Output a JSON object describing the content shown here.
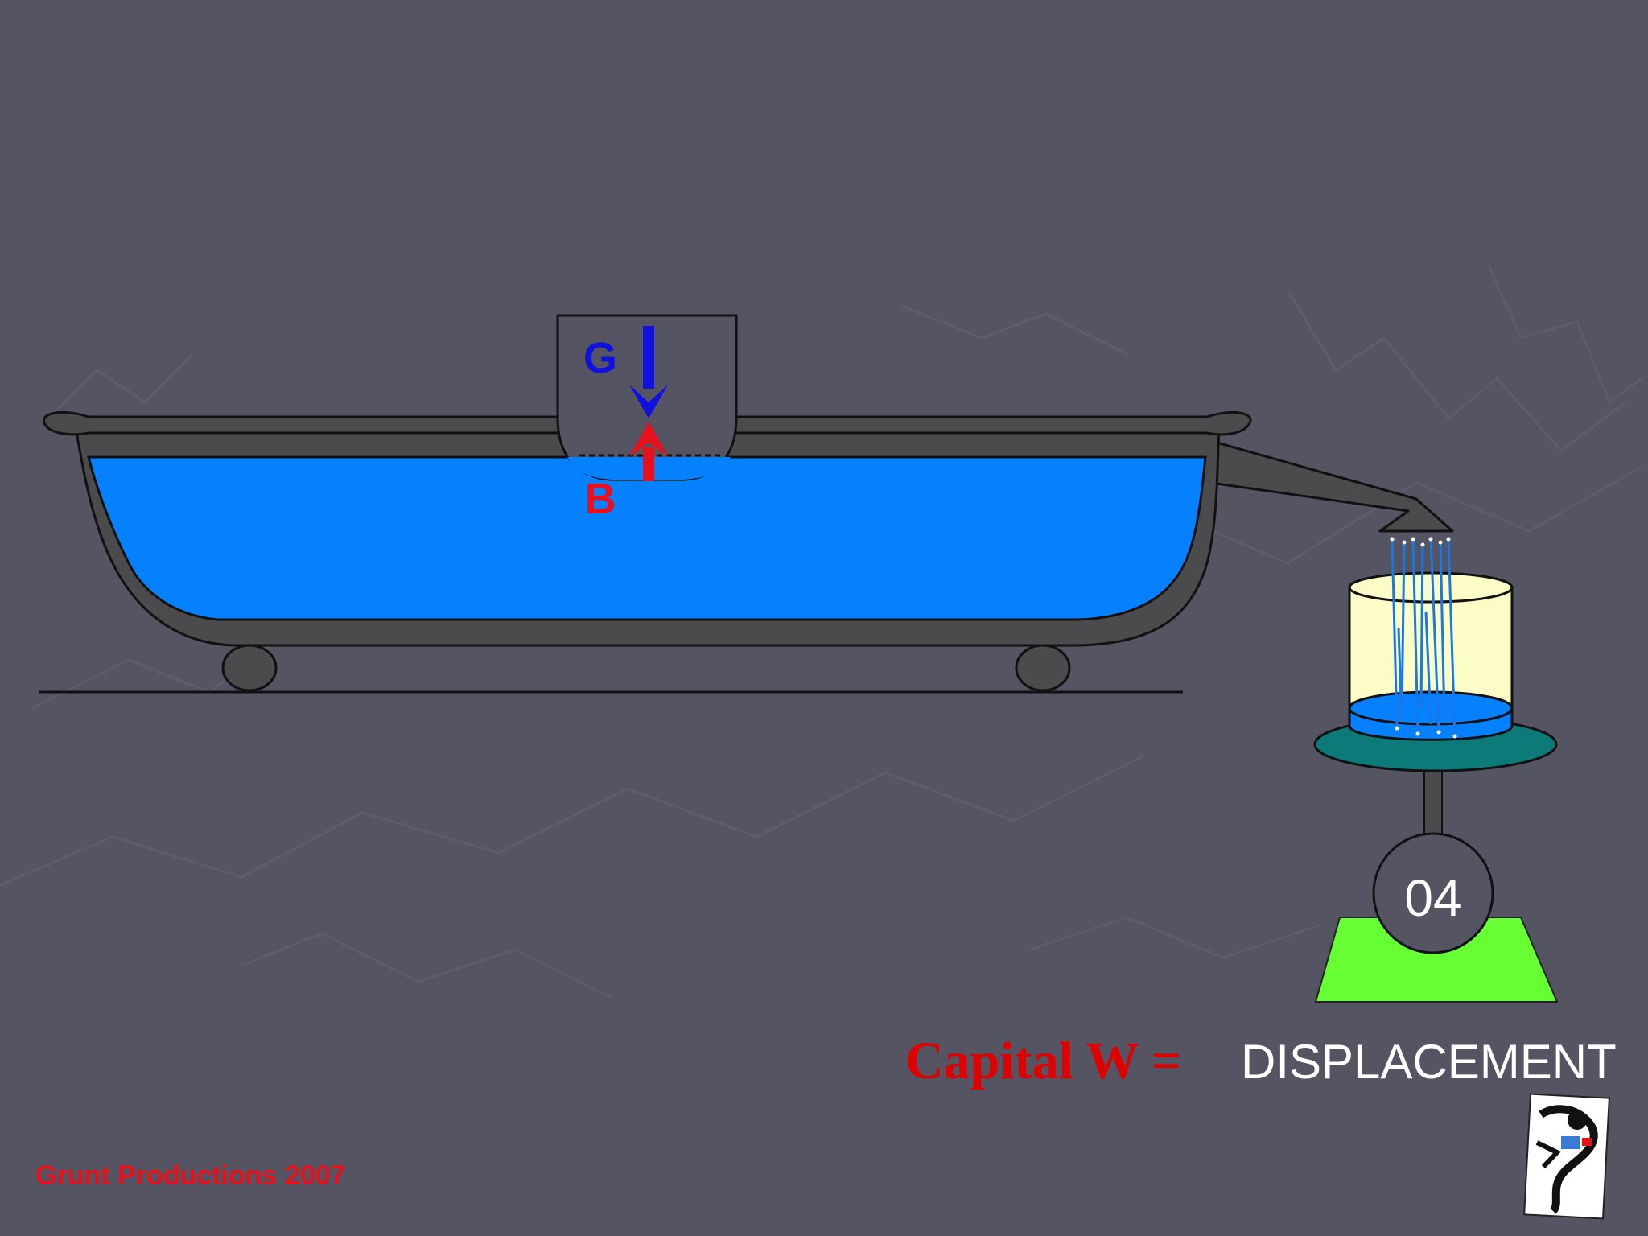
{
  "diagram": {
    "gravity_label": "G",
    "buoyancy_label": "B",
    "scale_reading": "04",
    "formula_prefix": "Capital W =",
    "formula_result": "DISPLACEMENT",
    "credit": "Grunt Productions 2007"
  },
  "colors": {
    "background": "#545462",
    "water": "#0580FF",
    "gravity": "#1010E0",
    "buoyancy": "#E8101A",
    "tub": "#4B4B4E",
    "beaker_fill": "#FCFCC6",
    "scale_plate": "#0B7A78",
    "scale_base": "#66FF33",
    "formula_prefix": "#E00000",
    "formula_result": "#FFFFFF",
    "credit": "#E8101A"
  },
  "icons": {
    "logo": "grunt-productions-logo"
  }
}
